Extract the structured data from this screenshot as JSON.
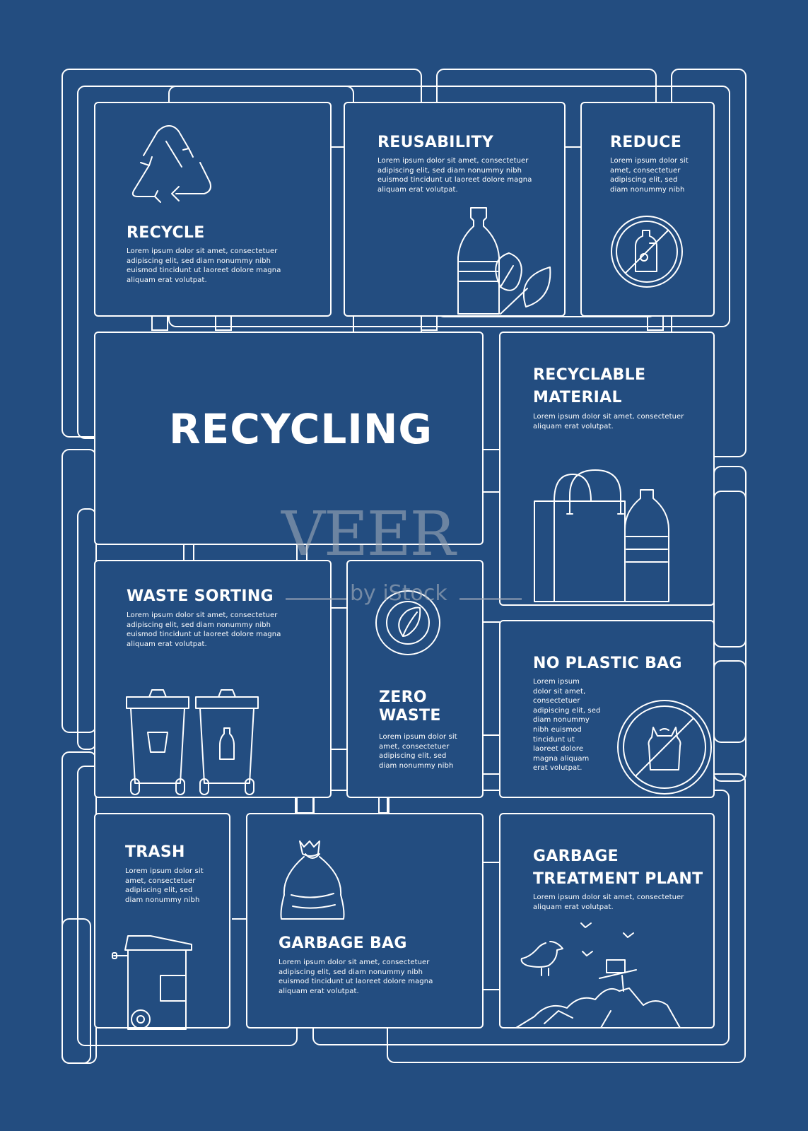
{
  "main_title": "RECYCLING",
  "cards": {
    "recycle": {
      "title": "RECYCLE",
      "body": "Lorem ipsum dolor sit amet, consectetuer\nadipiscing elit, sed diam nonummy nibh\neuismod tincidunt ut laoreet dolore magna\naliquam erat volutpat.",
      "icon": "recycle-arrows-icon"
    },
    "reusability": {
      "title": "REUSABILITY",
      "body": "Lorem ipsum dolor sit amet, consectetuer\nadipiscing elit, sed diam nonummy nibh\neuismod tincidunt ut laoreet dolore magna\naliquam erat volutpat.",
      "icon": "bottle-leaf-icon"
    },
    "reduce": {
      "title": "REDUCE",
      "body": "Lorem ipsum dolor sit\namet, consectetuer\nadipiscing elit, sed\ndiam nonummy nibh",
      "icon": "no-plastic-bottle-icon"
    },
    "recyclable_material": {
      "title": "RECYCLABLE\nMATERIAL",
      "body": "Lorem ipsum dolor sit amet, consectetuer\naliquam erat volutpat.",
      "icon": "bag-and-bottle-icon"
    },
    "waste_sorting": {
      "title": "WASTE SORTING",
      "body": "Lorem ipsum dolor sit amet, consectetuer\nadipiscing elit, sed diam nonummy nibh\neuismod tincidunt ut laoreet dolore magna\naliquam erat volutpat.",
      "icon": "sorting-bins-icon"
    },
    "zero_waste": {
      "title": "ZERO\nWASTE",
      "body": "Lorem ipsum dolor sit\namet, consectetuer\nadipiscing elit, sed\ndiam nonummy nibh",
      "icon": "leaf-circle-icon"
    },
    "no_plastic_bag": {
      "title": "NO PLASTIC BAG",
      "body": "Lorem ipsum\ndolor sit amet,\nconsectetuer\nadipiscing elit, sed\ndiam nonummy\nnibh euismod\ntincidunt ut\nlaoreet dolore\nmagna aliquam\nerat volutpat.",
      "icon": "no-plastic-bag-icon"
    },
    "trash": {
      "title": "TRASH",
      "body": "Lorem ipsum dolor sit\namet, consectetuer\nadipiscing elit, sed\ndiam nonummy nibh",
      "icon": "wheelie-bin-icon"
    },
    "garbage_bag": {
      "title": "GARBAGE BAG",
      "body": "Lorem ipsum dolor sit amet, consectetuer\nadipiscing elit, sed diam nonummy nibh\neuismod tincidunt ut laoreet dolore magna\naliquam erat volutpat.",
      "icon": "tied-garbage-bag-icon"
    },
    "garbage_treatment_plant": {
      "title": "GARBAGE\nTREATMENT PLANT",
      "body": "Lorem ipsum dolor sit amet, consectetuer\naliquam erat volutpat.",
      "icon": "landfill-seagull-icon"
    }
  },
  "watermark": {
    "brand": "VEER",
    "sub": "by iStock"
  },
  "colors": {
    "background": "#234d80",
    "lines": "#ffffff"
  }
}
